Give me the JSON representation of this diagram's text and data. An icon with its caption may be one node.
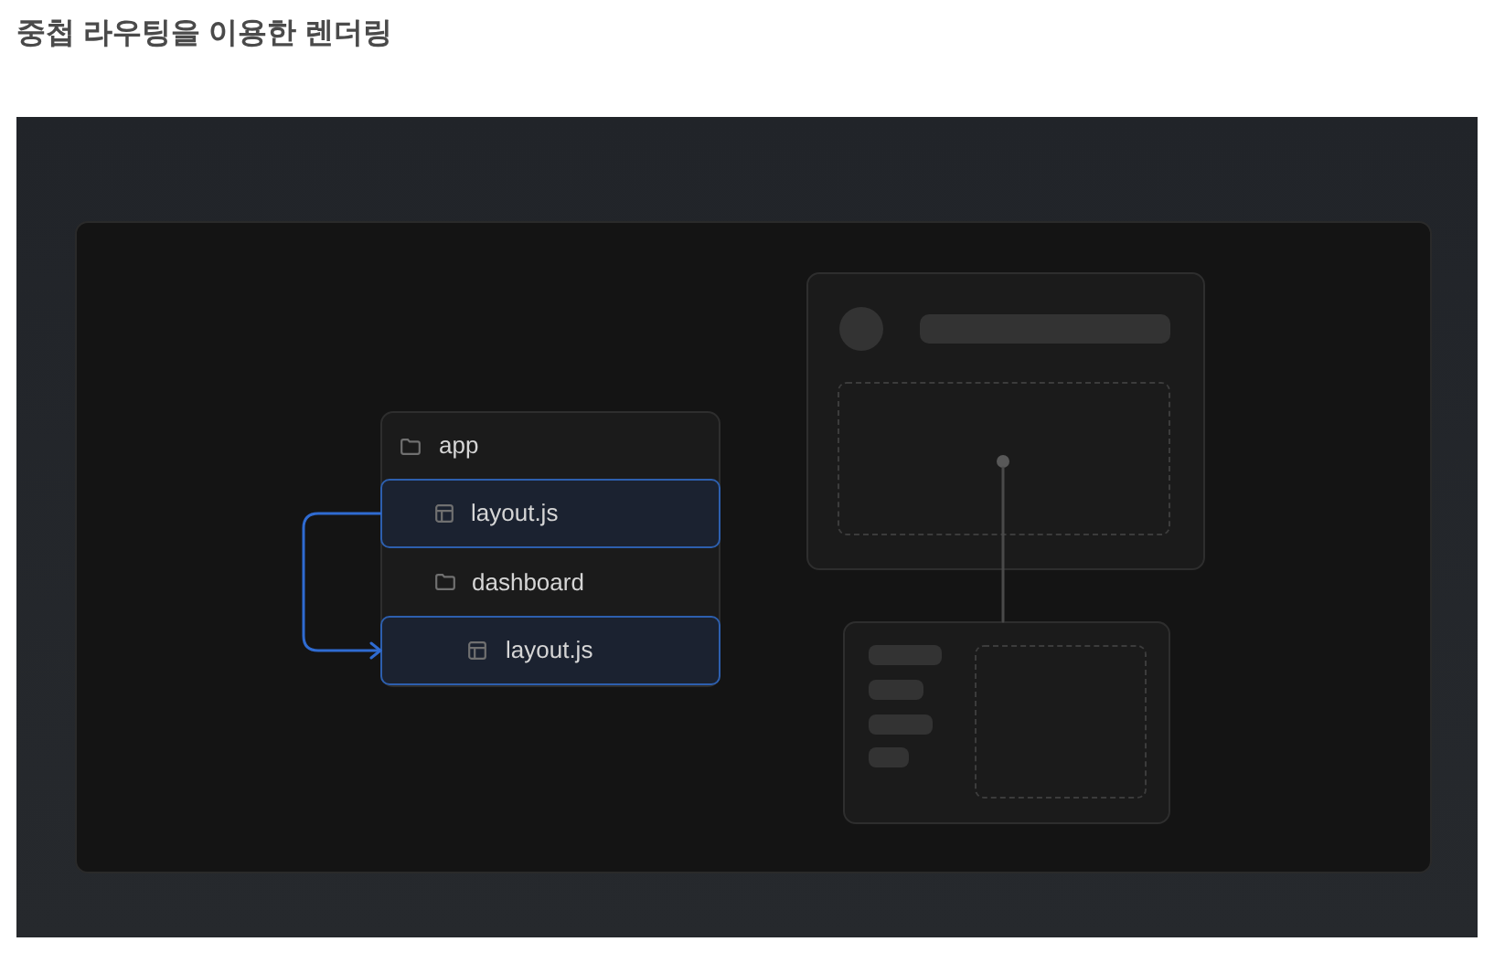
{
  "diagram": {
    "title": "중첩 라우팅을 이용한 렌더링",
    "nodes": [
      {
        "text": [],
        "shape": "box"
      },
      {
        "text": [
          "app"
        ],
        "in": 0
      },
      {
        "text": [
          "layout.js"
        ],
        "in": 0
      },
      {
        "text": [
          "dashboard"
        ],
        "in": 0
      },
      {
        "text": [
          "layout.js"
        ],
        "in": 0
      },
      {
        "text": [],
        "shape": "box"
      },
      {
        "text": [],
        "shape": "box",
        "in": 5
      },
      {
        "text": [],
        "shape": "circle",
        "in": 6
      },
      {
        "text": [],
        "shape": "box"
      },
      {
        "text": [],
        "shape": "box",
        "in": 8
      }
    ],
    "edges": [
      {
        "from": 2,
        "to": 4,
        "arrow": "to",
        "color": "#2f6bd1"
      },
      {
        "from": 7,
        "to": 8,
        "arrow": "none",
        "color": "#4a4a4a"
      }
    ]
  }
}
